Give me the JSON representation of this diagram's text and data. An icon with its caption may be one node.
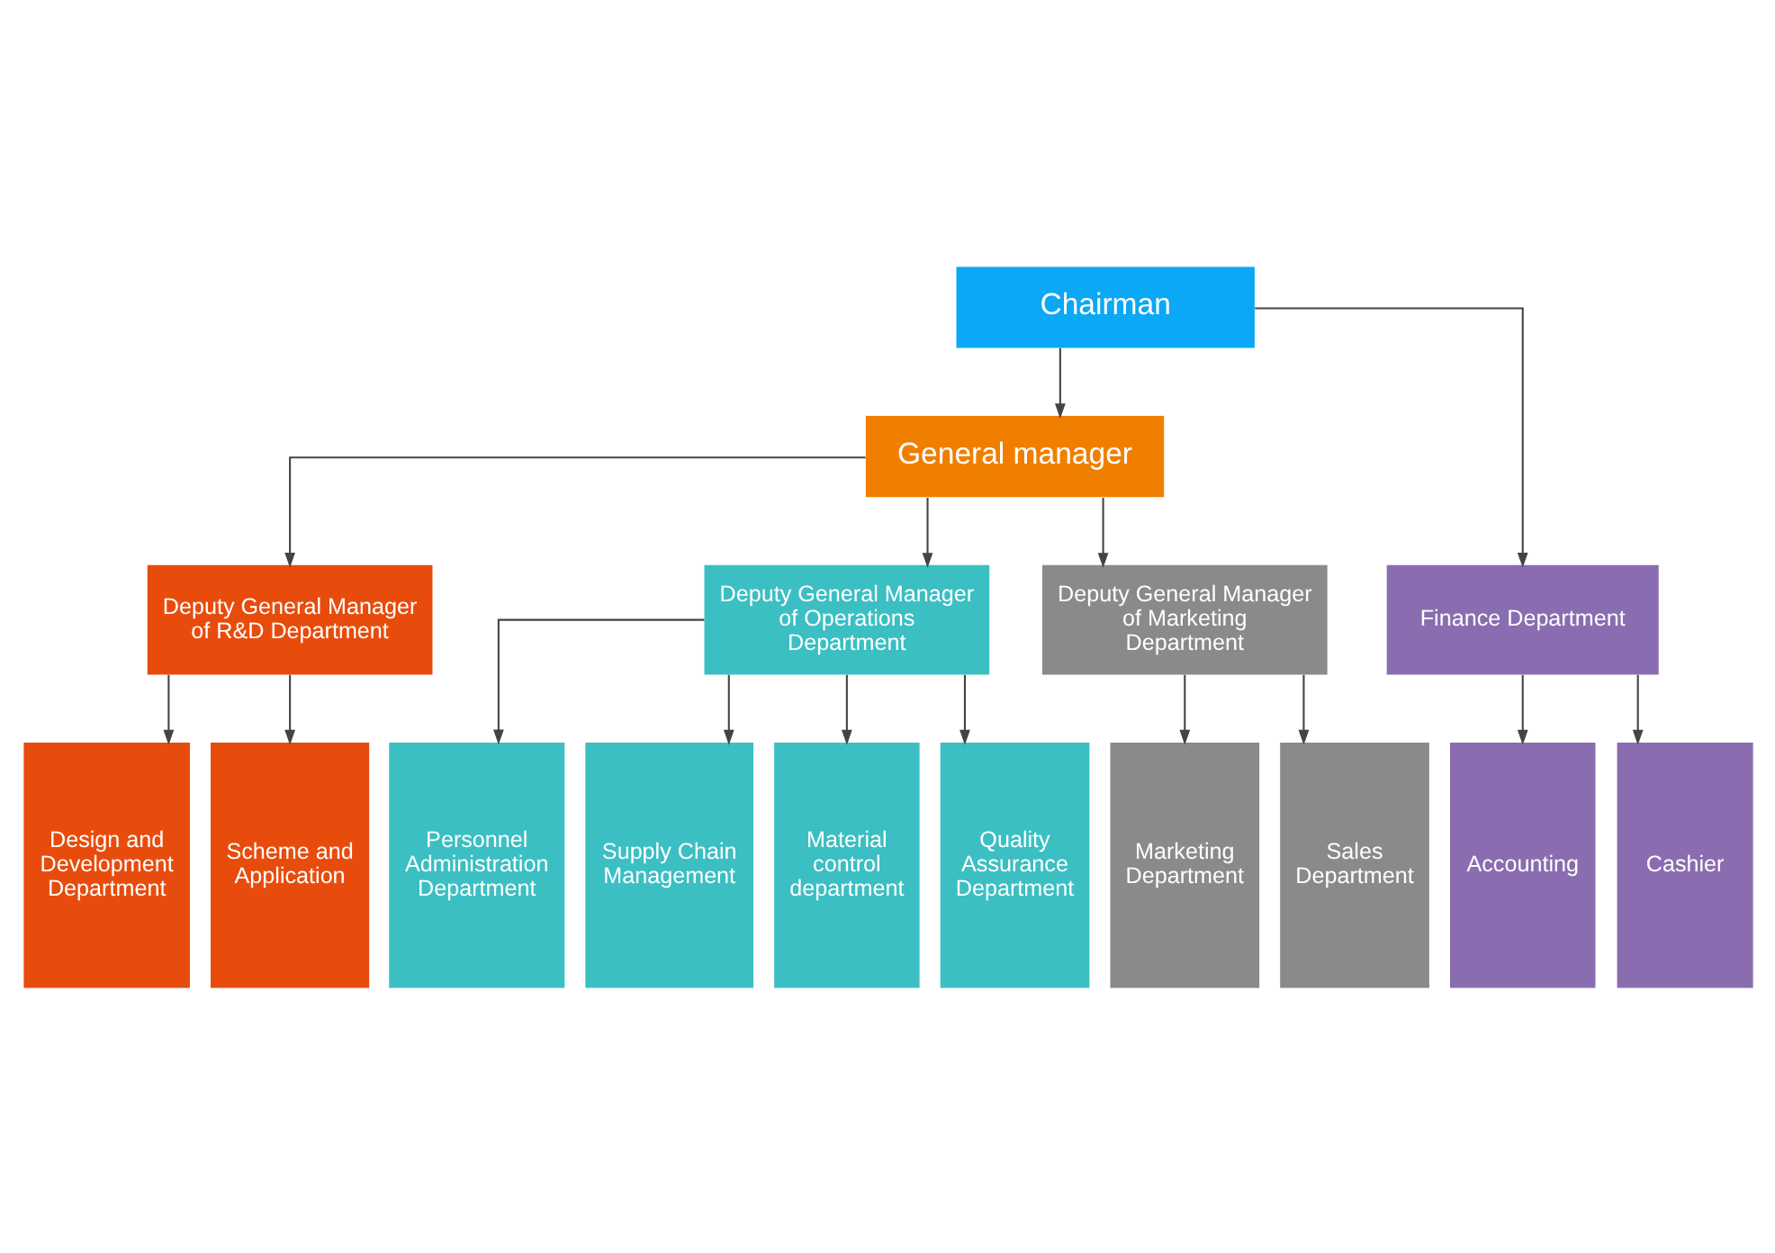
{
  "diagram": {
    "nodes": [
      {
        "text": [
          "Chairman"
        ]
      },
      {
        "text": [
          "General manager"
        ]
      },
      {
        "text": [
          "Deputy General Manager of R&D Department"
        ]
      },
      {
        "text": [
          "Deputy General Manager of Operations Department"
        ]
      },
      {
        "text": [
          "Deputy General Manager of Marketing Department"
        ]
      },
      {
        "text": [
          "Finance Department"
        ]
      },
      {
        "text": [
          "Design and Development Department"
        ]
      },
      {
        "text": [
          "Scheme and Application"
        ]
      },
      {
        "text": [
          "Personnel Administration Department"
        ]
      },
      {
        "text": [
          "Supply Chain Management"
        ]
      },
      {
        "text": [
          "Material control department"
        ]
      },
      {
        "text": [
          "Quality Assurance Department"
        ]
      },
      {
        "text": [
          "Marketing Department"
        ]
      },
      {
        "text": [
          "Sales Department"
        ]
      },
      {
        "text": [
          "Accounting"
        ]
      },
      {
        "text": [
          "Cashier"
        ]
      }
    ],
    "edges": [
      {
        "from": 0,
        "to": 1,
        "arrow": "to"
      },
      {
        "from": 0,
        "to": 5,
        "arrow": "to"
      },
      {
        "from": 1,
        "to": 2,
        "arrow": "to"
      },
      {
        "from": 1,
        "to": 3,
        "arrow": "to"
      },
      {
        "from": 1,
        "to": 4,
        "arrow": "to"
      },
      {
        "from": 2,
        "to": 6,
        "arrow": "to"
      },
      {
        "from": 2,
        "to": 7,
        "arrow": "to"
      },
      {
        "from": 3,
        "to": 8,
        "arrow": "to"
      },
      {
        "from": 3,
        "to": 9,
        "arrow": "to"
      },
      {
        "from": 3,
        "to": 10,
        "arrow": "to"
      },
      {
        "from": 3,
        "to": 11,
        "arrow": "to"
      },
      {
        "from": 4,
        "to": 12,
        "arrow": "to"
      },
      {
        "from": 4,
        "to": 13,
        "arrow": "to"
      },
      {
        "from": 5,
        "to": 14,
        "arrow": "to"
      },
      {
        "from": 5,
        "to": 15,
        "arrow": "to"
      }
    ]
  }
}
